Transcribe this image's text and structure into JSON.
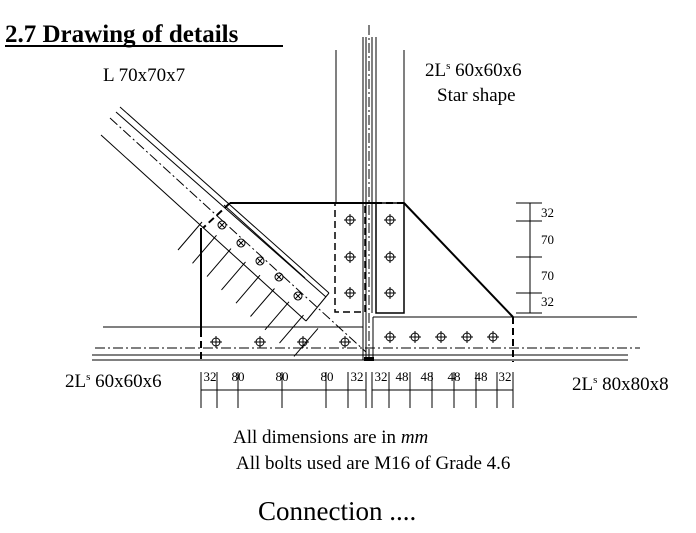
{
  "title": "2.7 Drawing of details",
  "members": {
    "diagonal": "L 70x70x7",
    "vertical_line1": "2L",
    "vertical_sup": "s",
    "vertical_size": " 60x60x6",
    "vertical_line2": "Star shape",
    "left_chord": "2L",
    "left_sup": "s",
    "left_size": " 60x60x6",
    "right_chord": "2L",
    "right_sup": "s",
    "right_size": " 80x80x8"
  },
  "dimensions": {
    "horizontal": [
      "32",
      "80",
      "80",
      "80",
      "32",
      "32",
      "48",
      "48",
      "48",
      "48",
      "32"
    ],
    "vertical": [
      "32",
      "70",
      "70",
      "32"
    ]
  },
  "notes": {
    "units_prefix": "All dimensions are in ",
    "units": "mm",
    "bolts": "All bolts used are M16 of Grade 4.6"
  },
  "caption": "Connection  ...."
}
